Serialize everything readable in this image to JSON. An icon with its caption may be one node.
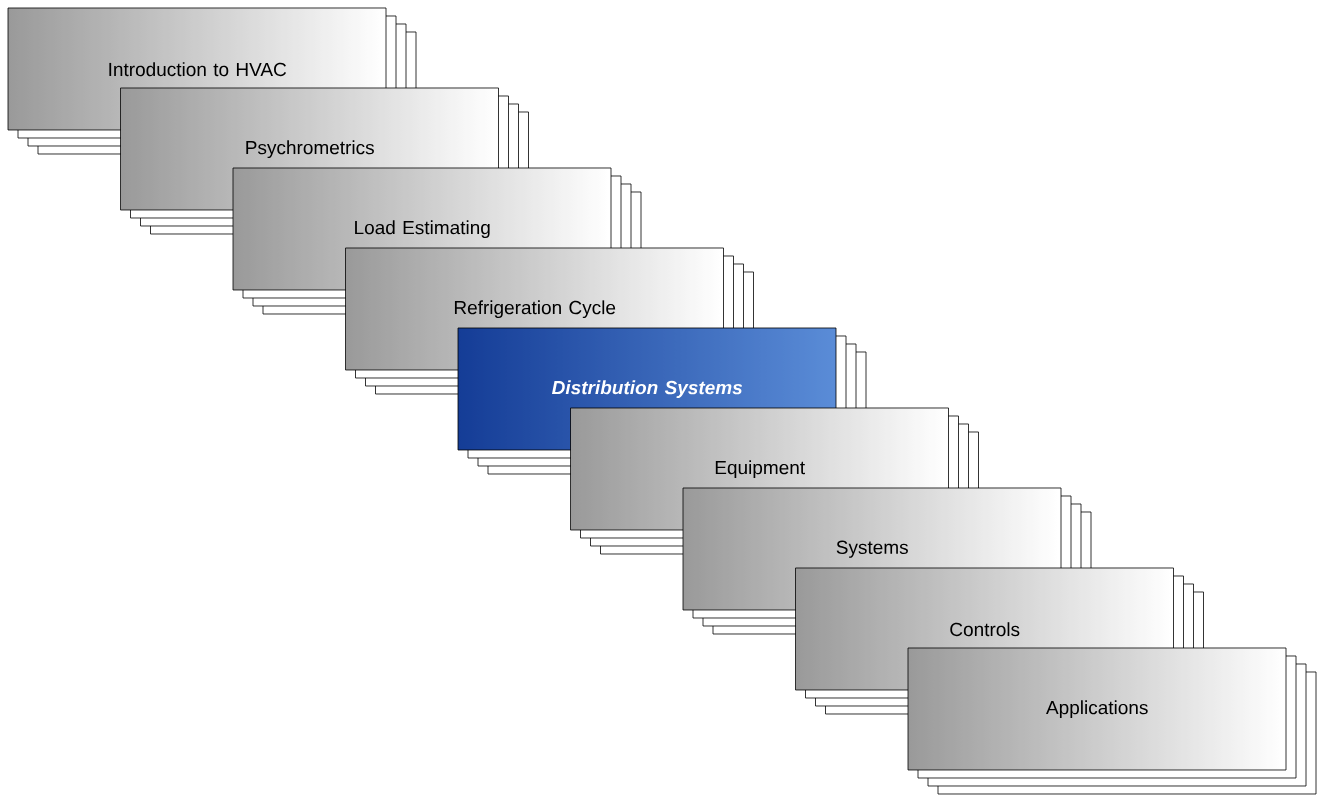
{
  "diagram": {
    "nodes": [
      {
        "text": [
          "Introduction to HVAC"
        ]
      },
      {
        "text": [
          "Psychrometrics"
        ]
      },
      {
        "text": [
          "Load Estimating"
        ]
      },
      {
        "text": [
          "Refrigeration Cycle"
        ]
      },
      {
        "text": [
          "Distribution Systems"
        ]
      },
      {
        "text": [
          "Equipment"
        ]
      },
      {
        "text": [
          "Systems"
        ]
      },
      {
        "text": [
          "Controls"
        ]
      },
      {
        "text": [
          "Applications"
        ]
      }
    ]
  }
}
